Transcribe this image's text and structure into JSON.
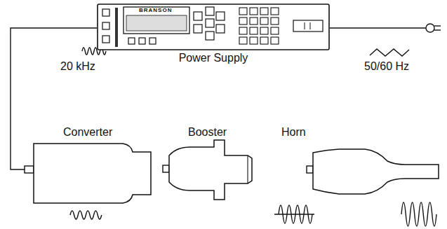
{
  "diagram": {
    "nodes": [
      {
        "text": [
          "BRANSON",
          "Power Supply"
        ]
      },
      {
        "text": [
          "Converter"
        ]
      },
      {
        "text": [
          "Booster"
        ]
      },
      {
        "text": [
          "Horn"
        ]
      }
    ],
    "edges": [
      {
        "from": 0,
        "to": 1,
        "arrow": "none"
      }
    ],
    "labels": [
      "20 kHz",
      "50/60 Hz"
    ]
  }
}
